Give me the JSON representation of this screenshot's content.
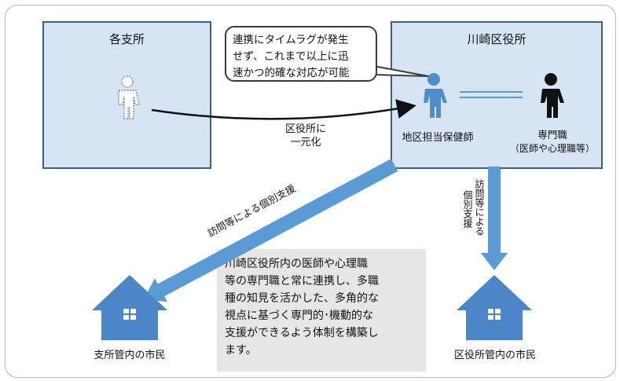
{
  "branch_box": {
    "title": "各支所"
  },
  "ward_office_box": {
    "title": "川崎区役所"
  },
  "bubble": {
    "lines": [
      "連携にタイムラグが発生",
      "せず、これまで以上に迅",
      "速かつ的確な対応が可能"
    ]
  },
  "centralize_label": {
    "lines": [
      "区役所に",
      "一元化"
    ]
  },
  "public_health_nurse_label": "地区担当保健師",
  "specialist_label": {
    "line1": "専門職",
    "line2": "（医師や心理職等）"
  },
  "diagonal_arrow_label": "訪問等による個別支援",
  "vertical_arrow_label": {
    "col1": "訪問等による",
    "col2": "個別支援"
  },
  "description": {
    "lines": [
      "川崎区役所内の医師や心理職",
      "等の専門職と常に連携し、多職",
      "種の知見を活かした、多角的な",
      "視点に基づく専門的･機動的な",
      "支援ができるよう体制を構築し",
      "ます。"
    ]
  },
  "branch_citizens_label": "支所管内の市民",
  "ward_citizens_label": "区役所管内の市民",
  "colors": {
    "box_fill": "#d6e4f3",
    "box_border": "#3f5f84",
    "arrow_blue": "#5b9bd5",
    "house_blue": "#4a86c8",
    "person_blue": "#4e8ec9",
    "text_box_gray": "#e6e6e6"
  },
  "icons": [
    "person-outline-icon",
    "person-blue-icon",
    "person-black-icon",
    "house-icon",
    "curved-arrow-icon",
    "double-line-icon"
  ]
}
